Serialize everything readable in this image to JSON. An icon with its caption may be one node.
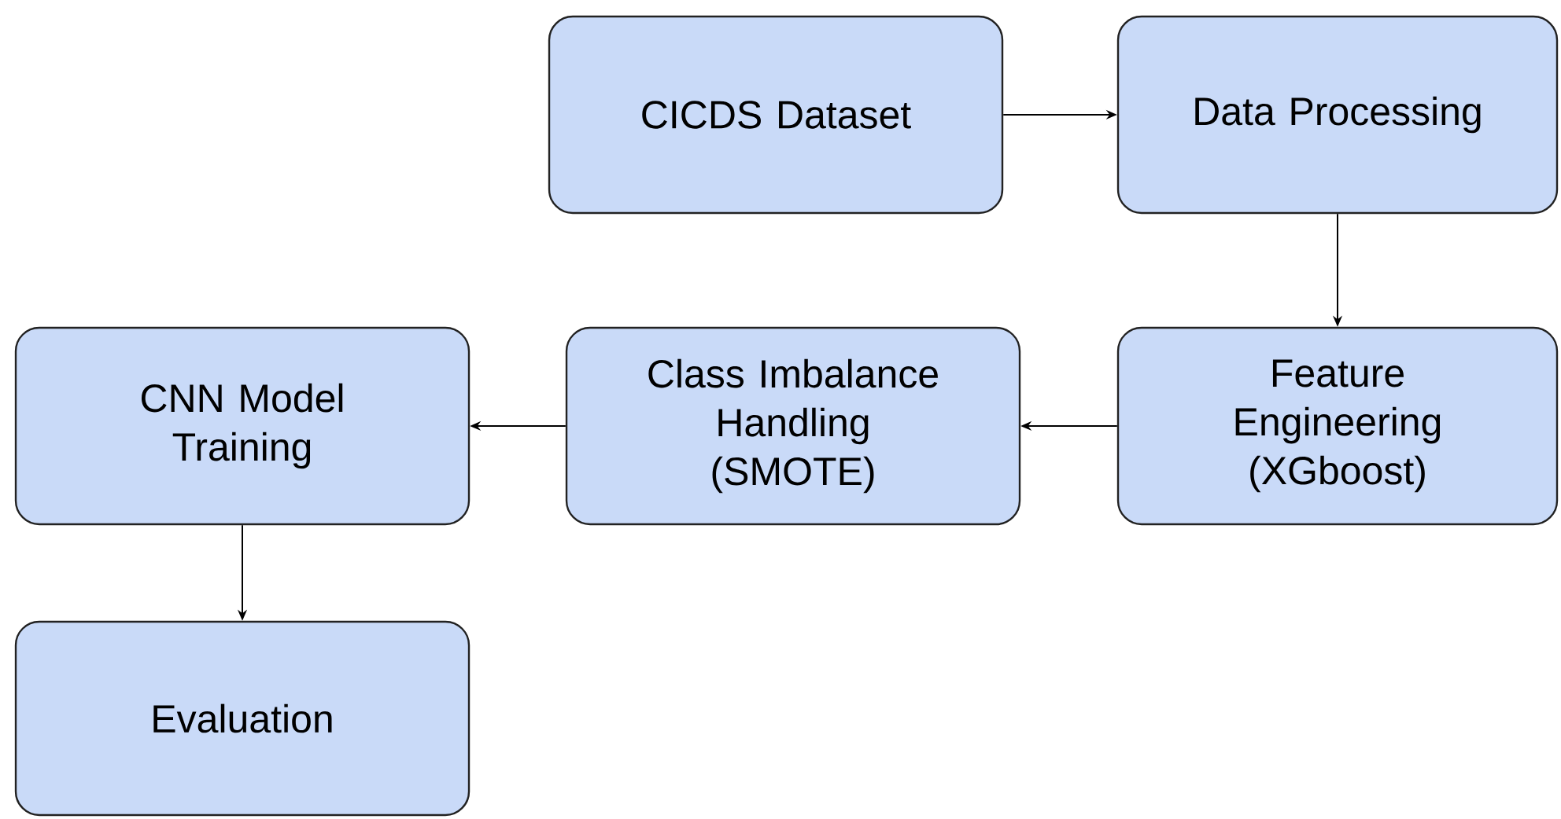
{
  "diagram": {
    "nodes": [
      {
        "text": [
          "CICDS Dataset"
        ]
      },
      {
        "text": [
          "Data Processing"
        ]
      },
      {
        "text": [
          "Feature Engineering (XGboost)"
        ]
      },
      {
        "text": [
          "Class Imbalance Handling (SMOTE)"
        ]
      },
      {
        "text": [
          "CNN Model Training"
        ]
      },
      {
        "text": [
          "Evaluation"
        ]
      }
    ],
    "edges": [
      {
        "from": 0,
        "to": 1,
        "arrow": "to"
      },
      {
        "from": 1,
        "to": 2,
        "arrow": "to"
      },
      {
        "from": 2,
        "to": 3,
        "arrow": "to"
      },
      {
        "from": 3,
        "to": 4,
        "arrow": "to"
      },
      {
        "from": 4,
        "to": 5,
        "arrow": "to"
      }
    ]
  }
}
